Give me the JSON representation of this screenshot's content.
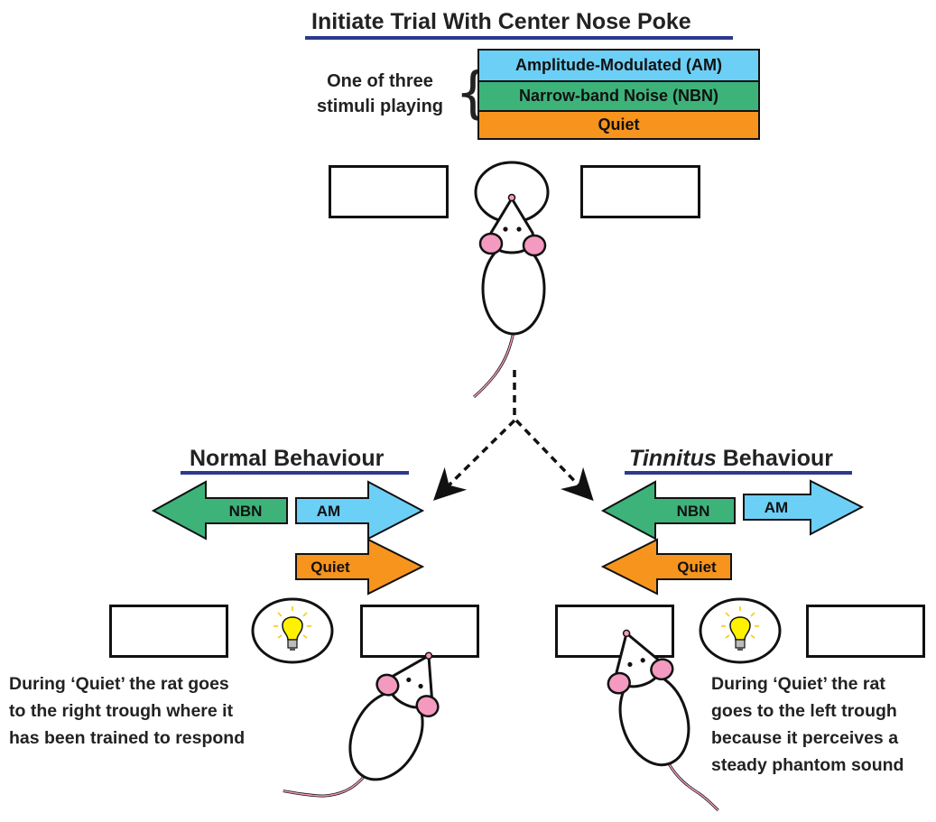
{
  "title": "Initiate Trial With Center Nose Poke",
  "stimuli_label": "One of three stimuli playing",
  "stimuli_label_line1": "One of three",
  "stimuli_label_line2": "stimuli playing",
  "stimuli": [
    {
      "label": "Amplitude-Modulated (AM)",
      "color": "#6ccff6"
    },
    {
      "label": "Narrow-band Noise (NBN)",
      "color": "#3db37a"
    },
    {
      "label": "Quiet",
      "color": "#f7941d"
    }
  ],
  "normal": {
    "heading": "Normal Behaviour",
    "arrows": {
      "nbn": "NBN",
      "am": "AM",
      "quiet": "Quiet"
    },
    "description": [
      "During ‘Quiet’ the rat goes",
      "to the right trough where it",
      "has been trained to respond"
    ]
  },
  "tinnitus": {
    "heading_italic": "Tinnitus",
    "heading_rest": " Behaviour",
    "arrows": {
      "nbn": "NBN",
      "am": "AM",
      "quiet": "Quiet"
    },
    "description": [
      "During ‘Quiet’ the rat",
      "goes to the left trough",
      "because it perceives a",
      "steady phantom sound"
    ]
  },
  "colors": {
    "am": "#6ccff6",
    "nbn": "#3db37a",
    "quiet": "#f7941d",
    "underline": "#2b3a8f",
    "rat_pink": "#f49ac1",
    "bulb_yellow": "#fff200"
  }
}
